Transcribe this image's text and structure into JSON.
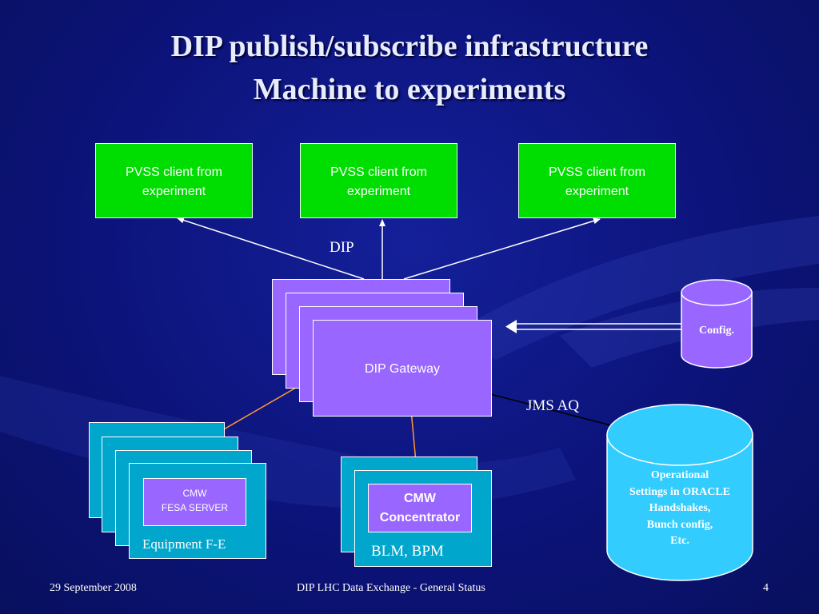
{
  "slide": {
    "title_line1": "DIP publish/subscribe infrastructure",
    "title_line2": "Machine to experiments"
  },
  "clients": [
    {
      "label": "PVSS client from experiment"
    },
    {
      "label": "PVSS client from experiment"
    },
    {
      "label": "PVSS client from experiment"
    }
  ],
  "labels": {
    "dip": "DIP",
    "jms_aq": "JMS AQ",
    "equipment": "Equipment F-E",
    "blm_bpm": "BLM, BPM"
  },
  "gateway": {
    "label": "DIP Gateway"
  },
  "config_db": {
    "label": "Config."
  },
  "oracle_db": {
    "line1": "Operational",
    "line2": "Settings in ORACLE",
    "line3": "Handshakes,",
    "line4": "Bunch config,",
    "line5": "Etc."
  },
  "fesa": {
    "line1": "CMW",
    "line2": "FESA SERVER"
  },
  "concentrator": {
    "line1": "CMW",
    "line2": "Concentrator"
  },
  "footer": {
    "date": "29 September 2008",
    "center": "DIP LHC Data Exchange - General Status",
    "page": "4"
  },
  "colors": {
    "background": "#0c137a",
    "client_box": "#00dd00",
    "gateway_box": "#9966ff",
    "equipment_box": "#00a6cc",
    "oracle_cylinder": "#33ccff"
  }
}
